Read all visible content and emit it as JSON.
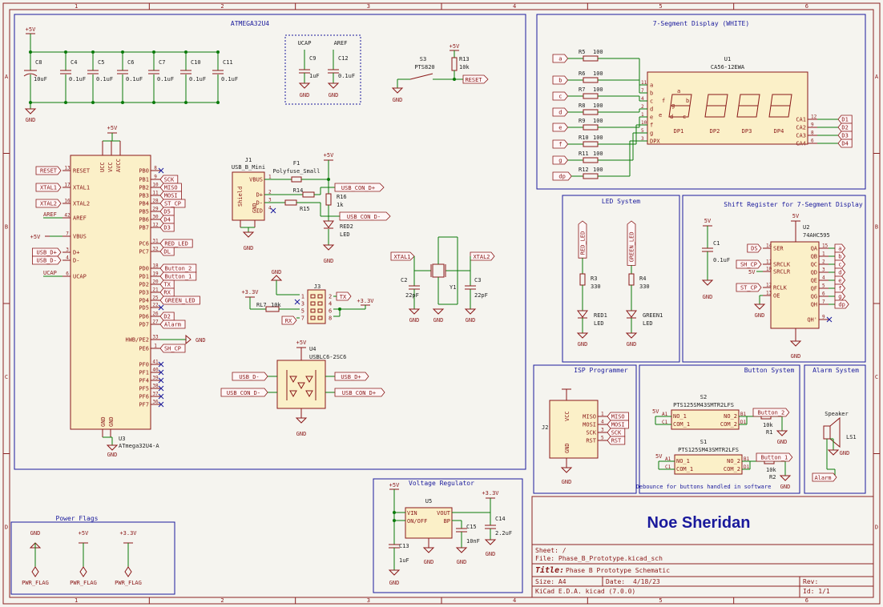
{
  "frame": {
    "col_marks": [
      "1",
      "2",
      "3",
      "4",
      "5",
      "6"
    ],
    "row_marks": [
      "A",
      "B",
      "C",
      "D"
    ]
  },
  "mcu": {
    "title": "ATMEGA32U4",
    "caps": [
      {
        "ref": "C8",
        "val": "10uF"
      },
      {
        "ref": "C4",
        "val": "0.1uF"
      },
      {
        "ref": "C5",
        "val": "0.1uF"
      },
      {
        "ref": "C6",
        "val": "0.1uF"
      },
      {
        "ref": "C7",
        "val": "0.1uF"
      },
      {
        "ref": "C10",
        "val": "0.1uF"
      },
      {
        "ref": "C11",
        "val": "0.1uF"
      }
    ],
    "ucap": {
      "label": "UCAP",
      "ref": "C9",
      "val": "1uF"
    },
    "aref": {
      "label": "AREF",
      "ref": "C12",
      "val": "0.1uF"
    },
    "switch": {
      "ref": "S3",
      "part": "PTS820",
      "r_ref": "R13",
      "r_val": "10k",
      "net": "RESET"
    },
    "chip": {
      "ref": "U3",
      "part": "ATmega32U4-A",
      "left_pins": [
        "RESET",
        "XTAL1",
        "XTAL2",
        "AREF",
        "VBUS",
        "D+",
        "D-",
        "UCAP"
      ],
      "left_nets": [
        "RESET",
        "XTAL1",
        "XTAL2",
        "AREF",
        "+5V",
        "USB_D+",
        "USB_D-",
        "UCAP"
      ],
      "right_pins": [
        "PB0",
        "PB1",
        "PB2",
        "PB3",
        "PB4",
        "PB5",
        "PB6",
        "PB7",
        "PC6",
        "PC7",
        "PD0",
        "PD1",
        "PD2",
        "PD3",
        "PD4",
        "PD5",
        "PD6",
        "PD7",
        "HWB/PE2",
        "PE6",
        "PF0",
        "PF1",
        "PF4",
        "PF5",
        "PF6",
        "PF7"
      ],
      "right_nets": [
        "",
        "SCK",
        "MISO",
        "MOSI",
        "ST_CP",
        "D5",
        "D4",
        "D3",
        "RED_LED",
        "DL",
        "Button_2",
        "Button_1",
        "TX",
        "RX",
        "GREEN_LED",
        "",
        "D2",
        "Alarm",
        "GND",
        "SH_CP",
        "",
        "",
        "",
        "",
        "",
        ""
      ],
      "top_pins": [
        "UCC",
        "VCC",
        "AVCC"
      ],
      "bottom_pins": [
        "GND",
        "GND"
      ]
    },
    "usb": {
      "ref": "J1",
      "part": "USB_B_Mini",
      "pins": [
        "VBUS",
        "D+",
        "D-",
        "ID"
      ],
      "shield": "Shield",
      "gnd": "GND"
    },
    "fuse": {
      "ref": "F1",
      "part": "Polyfuse_Small"
    },
    "r14": "R14",
    "r15": "R15",
    "r16": {
      "ref": "R16",
      "val": "1k"
    },
    "led2": {
      "ref": "RED2",
      "val": "LED"
    },
    "usb_nets": [
      "USB_CON_D+",
      "USB_CON_D-"
    ],
    "xtal": {
      "ref": "Y1",
      "c2": {
        "ref": "C2",
        "val": "22pF"
      },
      "c3": {
        "ref": "C3",
        "val": "22pF"
      },
      "n1": "XTAL1",
      "n2": "XTAL2"
    },
    "j3": {
      "ref": "J3",
      "pins": [
        "1",
        "2",
        "3",
        "4",
        "5",
        "6",
        "7",
        "8"
      ],
      "r": {
        "ref": "RL7",
        "val": "10k"
      },
      "tx": "TX",
      "rx": "RX"
    },
    "esd": {
      "ref": "U4",
      "part": "USBLC6-2SC6",
      "n1": "USB_D-",
      "n2": "USB_CON_D-",
      "n3": "USB_D+",
      "n4": "USB_CON_D+"
    }
  },
  "seg": {
    "title": "7-Segment Display (WHITE)",
    "ref": "U1",
    "part": "CA56-12EWA",
    "segs": [
      "a",
      "b",
      "c",
      "d",
      "e",
      "f",
      "g",
      "dp"
    ],
    "resistors": [
      "R5",
      "R6",
      "R7",
      "R8",
      "R9",
      "R10",
      "R11",
      "R12"
    ],
    "r_val": "100",
    "digits": [
      "DP1",
      "DP2",
      "DP3",
      "DP4"
    ],
    "commons": [
      "CA1",
      "CA2",
      "CA3",
      "CA4"
    ],
    "common_pins": [
      "12",
      "9",
      "8",
      "6"
    ],
    "common_nets": [
      "D1",
      "D2",
      "D3",
      "D4"
    ],
    "seg_pins": [
      "11",
      "7",
      "4",
      "2",
      "1",
      "10",
      "5",
      "3"
    ],
    "seg_letters": [
      "a",
      "b",
      "c",
      "d",
      "e",
      "f",
      "g",
      "DPX"
    ]
  },
  "led": {
    "title": "LED System",
    "nets": [
      "RED_LED",
      "GREEN_LED"
    ],
    "r": [
      {
        "ref": "R3",
        "val": "330"
      },
      {
        "ref": "R4",
        "val": "330"
      }
    ],
    "d": [
      {
        "ref": "RED1",
        "val": "LED"
      },
      {
        "ref": "GREEN1",
        "val": "LED"
      }
    ]
  },
  "shift": {
    "title": "Shift Register for 7-Segment Display",
    "ref": "U2",
    "part": "74AHC595",
    "cap": {
      "ref": "C1",
      "val": "0.1uF"
    },
    "left": [
      "SER",
      "SRCLK",
      "SRCLR",
      "RCLK",
      "OE"
    ],
    "left_nets": [
      "DS",
      "SH_CP",
      "5V",
      "ST_CP",
      "GND"
    ],
    "right": [
      "QA",
      "QB",
      "QC",
      "QD",
      "QE",
      "QF",
      "QG",
      "QH",
      "QH'"
    ],
    "right_nets": [
      "a",
      "b",
      "c",
      "d",
      "e",
      "f",
      "g",
      "dp"
    ],
    "v5": "5V",
    "v5b": "5V"
  },
  "isp": {
    "title": "ISP Programmer",
    "ref": "J2",
    "pins": [
      "MISO",
      "MOSI",
      "SCK",
      "RST"
    ],
    "vcc": "VCC",
    "gnd": "GND"
  },
  "btn": {
    "title": "Button System",
    "s2": "S2",
    "s1": "S1",
    "part": "PTS125SM43SMTR2LFS",
    "n2": "Button_2",
    "n1": "Button_1",
    "r1": {
      "ref": "R1",
      "val": "10k"
    },
    "r2": {
      "ref": "R2",
      "val": "10k"
    },
    "note": "Debounce for buttons handled in software"
  },
  "alarm": {
    "title": "Alarm System",
    "ref": "LS1",
    "part": "Speaker",
    "net": "Alarm"
  },
  "vreg": {
    "title": "Voltage Regulator",
    "ref": "U5",
    "pins": [
      "VIN",
      "ON/OFF",
      "VOUT",
      "BP"
    ],
    "c13": {
      "ref": "C13",
      "val": "1uF"
    },
    "c14": {
      "ref": "C14",
      "val": "2.2uF"
    },
    "c15": {
      "ref": "C15",
      "val": "10nF"
    },
    "vin": "+5V",
    "vout": "+3.3V"
  },
  "pwr": {
    "title": "Power Flags",
    "nets": [
      "GND",
      "+5V",
      "+3.3V"
    ],
    "flag": "PWR_FLAG"
  },
  "nets": {
    "gnd": "GND",
    "p5": "+5V",
    "p33": "+3.3V"
  },
  "tblock": {
    "author": "Noe Sheridan",
    "sheet_label": "Sheet: /",
    "file": "File: Phase_B_Prototype.kicad_sch",
    "title_label": "Title:",
    "title": "Phase B Prototype Schematic",
    "size_label": "Size: A4",
    "date_label": "Date:",
    "date": "4/18/23",
    "rev_label": "Rev:",
    "tool": "KiCad E.D.A.  kicad (7.0.0)",
    "id": "Id: 1/1"
  }
}
